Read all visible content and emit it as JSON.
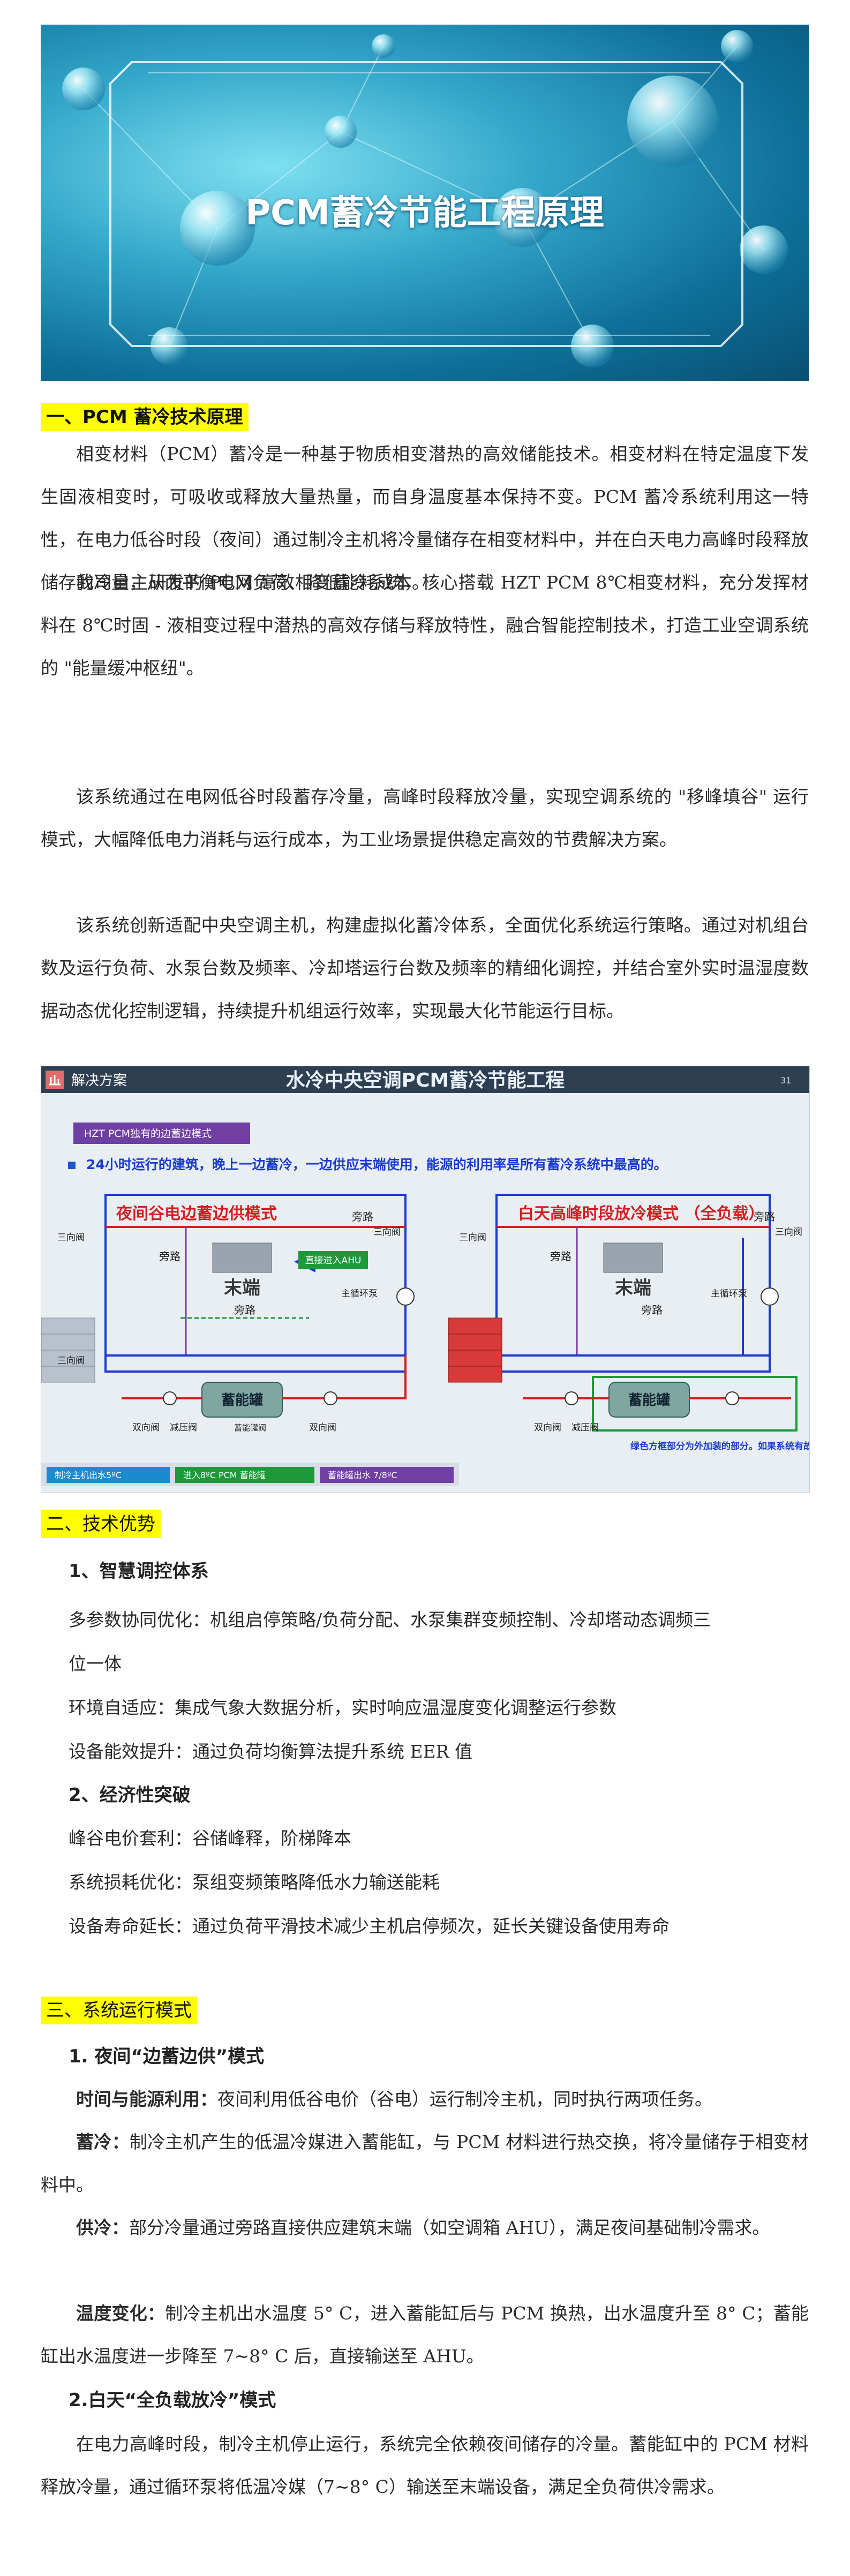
{
  "banner": {
    "title": "PCM蓄冷节能工程原理"
  },
  "section1": {
    "heading": "一、PCM 蓄冷技术原理",
    "p1": "相变材料（PCM）蓄冷是一种基于物质相变潜热的高效储能技术。相变材料在特定温度下发生固液相变时，可吸收或释放大量热量，而自身温度基本保持不变。PCM 蓄冷系统利用这一特性，在电力低谷时段（夜间）通过制冷主机将冷量储存在相变材料中，并在白天电力高峰时段释放储存的冷量，从而平衡电网负荷、降低能耗成本。",
    "p2": "我司自主研发的 PCM 高效相变蓄冷系统，核心搭载 HZT PCM 8℃相变材料，充分发挥材料在 8℃时固 - 液相变过程中潜热的高效存储与释放特性，融合智能控制技术，打造工业空调系统的 \"能量缓冲枢纽\"。",
    "p3": "该系统通过在电网低谷时段蓄存冷量，高峰时段释放冷量，实现空调系统的 \"移峰填谷\" 运行模式，大幅降低电力消耗与运行成本，为工业场景提供稳定高效的节费解决方案。",
    "p4": "该系统创新适配中央空调主机，构建虚拟化蓄冷体系，全面优化系统运行策略。通过对机组台数及运行负荷、水泵台数及频率、冷却塔运行台数及频率的精细化调控，并结合室外实时温湿度数据动态优化控制逻辑，持续提升机组运行效率，实现最大化节能运行目标。"
  },
  "diagram": {
    "header_left": "解决方案",
    "header_title": "水冷中央空调PCM蓄冷节能工程",
    "page_num": "31",
    "tag": "HZT PCM独有的边蓄边模式",
    "bullet": "24小时运行的建筑，晚上一边蓄冷，一边供应末端使用，能源的利用率是所有蓄冷系统中最高的。",
    "left_title": "夜间谷电边蓄边供模式",
    "right_title": "白天高峰时段放冷模式 （全负载）",
    "lbl_bypass": "旁路",
    "lbl_threeway": "三向阀",
    "lbl_terminal": "末端",
    "lbl_direct": "直接进入AHU",
    "lbl_mainloop": "主循环泵",
    "lbl_tank": "蓄能罐",
    "lbl_bidir": "双向阀",
    "lbl_relief": "减压阀",
    "lbl_valve": "蓄能罐阀",
    "legend": [
      "制冷主机出水5ºC",
      "进入8ºC PCM 蓄能罐",
      "蓄能罐出水 7/8ºC"
    ],
    "note": "绿色方框部分为外加装的部分。如果系统有故障，PLC系统会立即切换到原来系统的。不会影响工厂生产。",
    "colors": {
      "red": "#d21f1f",
      "blue": "#1b3bd1",
      "green": "#1c9a3a",
      "purple": "#7a3aa8"
    }
  },
  "section2": {
    "heading": "二、技术优势",
    "sub1": "1、智慧调控体系",
    "l1a": "多参数协同优化：机组启停策略/负荷分配、水泵集群变频控制、冷却塔动态调频三",
    "l1b": "位一体",
    "l2": "环境自适应：集成气象大数据分析，实时响应温湿度变化调整运行参数",
    "l3": "设备能效提升：通过负荷均衡算法提升系统 EER 值",
    "sub2": "2、经济性突破",
    "l4": "峰谷电价套利：谷储峰释，阶梯降本",
    "l5": "系统损耗优化：泵组变频策略降低水力输送能耗",
    "l6": "设备寿命延长：通过负荷平滑技术减少主机启停频次，延长关键设备使用寿命"
  },
  "section3": {
    "heading": "三、系统运行模式",
    "mode1": "1. 夜间“边蓄边供”模式",
    "m1_time_lead": "时间与能源利用：",
    "m1_time": "夜间利用低谷电价（谷电）运行制冷主机，同时执行两项任务。",
    "m1_store_lead": "蓄冷：",
    "m1_store": "制冷主机产生的低温冷媒进入蓄能缸，与 PCM 材料进行热交换，将冷量储存于相变材料中。",
    "m1_supply_lead": "供冷：",
    "m1_supply": "部分冷量通过旁路直接供应建筑末端（如空调箱 AHU），满足夜间基础制冷需求。",
    "m1_temp_lead": "温度变化：",
    "m1_temp": "制冷主机出水温度 5° C，进入蓄能缸后与 PCM 换热，出水温度升至 8° C；蓄能缸出水温度进一步降至 7~8° C 后，直接输送至 AHU。",
    "mode2": "2.白天“全负载放冷”模式",
    "m2": "在电力高峰时段，制冷主机停止运行，系统完全依赖夜间储存的冷量。蓄能缸中的 PCM 材料释放冷量，通过循环泵将低温冷媒（7~8° C）输送至末端设备，满足全负荷供冷需求。"
  }
}
